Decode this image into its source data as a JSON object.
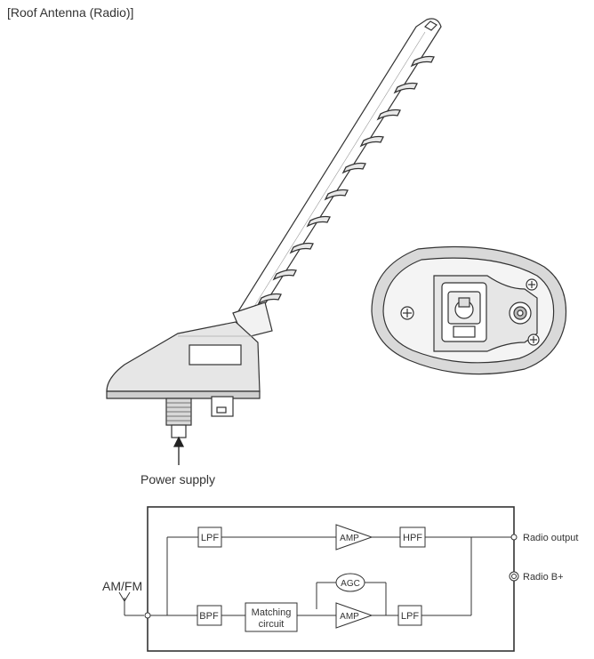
{
  "title": "[Roof Antenna (Radio)]",
  "antenna": {
    "power_supply_label": "Power supply"
  },
  "circuit": {
    "input_label": "AM/FM",
    "blocks": {
      "lpf_top": "LPF",
      "amp_top": "AMP",
      "hpf": "HPF",
      "agc": "AGC",
      "bpf": "BPF",
      "matching_line1": "Matching",
      "matching_line2": "circuit",
      "amp_bottom": "AMP",
      "lpf_bottom": "LPF"
    },
    "outputs": {
      "radio_output": "Radio output",
      "radio_b_plus": "Radio B+"
    }
  }
}
